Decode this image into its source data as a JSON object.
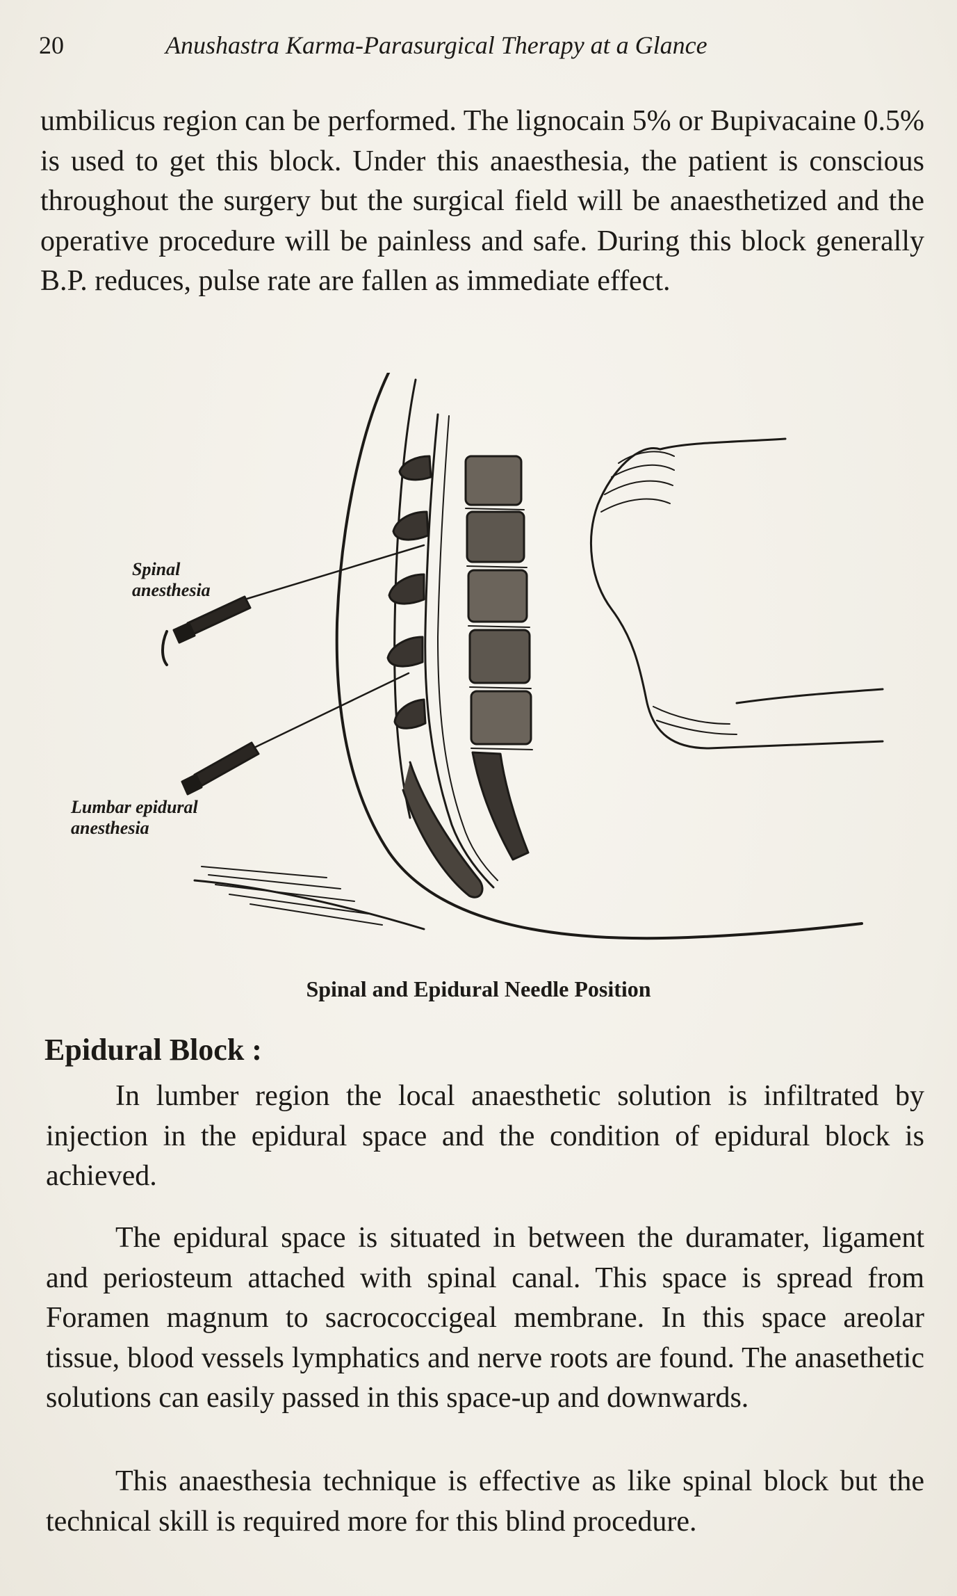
{
  "header": {
    "page_number": "20",
    "running_title": "Anushastra Karma-Parasurgical Therapy at a Glance"
  },
  "body": {
    "para_top": "umbilicus region can be performed. The lignocain 5% or Bupivacaine 0.5% is used to get this block. Under this anaesthesia, the patient is conscious throughout the surgery but the surgical field will be anaesthetized and the operative procedure will be painless and safe. During this block generally B.P. reduces, pulse rate are fallen as immediate effect."
  },
  "figure": {
    "label_spinal": "Spinal\nanesthesia",
    "label_epidural": "Lumbar epidural\nanesthesia",
    "caption": "Spinal and Epidural Needle Position",
    "ink_color": "#1c1a17"
  },
  "section": {
    "heading": "Epidural Block :",
    "paragraphs": [
      "In lumber region the local anaesthetic solution is infiltrated by injection in the epidural space and the condition of epidural block is achieved.",
      "The epidural space is situated in between the duramater, ligament and periosteum attached with spinal canal. This space is spread from Foramen magnum to sacrococcigeal membrane. In this space areolar tissue, blood vessels lymphatics and nerve roots are found. The anasethetic solutions can easily passed in this space-up and downwards.",
      "This anaesthesia technique is effective as like spinal block but the technical skill is required more for this blind procedure."
    ]
  }
}
